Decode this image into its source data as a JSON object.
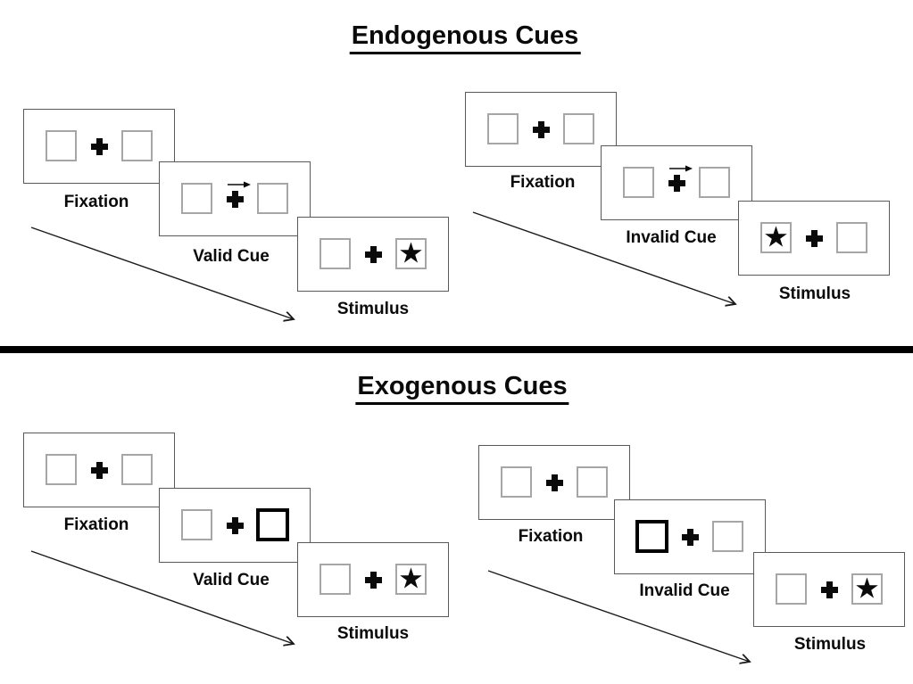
{
  "glyphs": {
    "star": "★"
  },
  "colors": {
    "ink": "#0a0a0a",
    "card_border": "#595959",
    "square_border": "#a6a6a6",
    "bold_cue_border": "#000000"
  },
  "sections": [
    {
      "title": "Endogenous Cues",
      "panels": [
        {
          "type": "valid",
          "frames": [
            {
              "label": "Fixation"
            },
            {
              "label": "Valid Cue",
              "cue": "central-arrow-right"
            },
            {
              "label": "Stimulus",
              "target_side": "right"
            }
          ]
        },
        {
          "type": "invalid",
          "frames": [
            {
              "label": "Fixation"
            },
            {
              "label": "Invalid Cue",
              "cue": "central-arrow-right"
            },
            {
              "label": "Stimulus",
              "target_side": "left"
            }
          ]
        }
      ]
    },
    {
      "title": "Exogenous Cues",
      "panels": [
        {
          "type": "valid",
          "frames": [
            {
              "label": "Fixation"
            },
            {
              "label": "Valid Cue",
              "cue": "peripheral-box-right"
            },
            {
              "label": "Stimulus",
              "target_side": "right"
            }
          ]
        },
        {
          "type": "invalid",
          "frames": [
            {
              "label": "Fixation"
            },
            {
              "label": "Invalid Cue",
              "cue": "peripheral-box-left"
            },
            {
              "label": "Stimulus",
              "target_side": "right"
            }
          ]
        }
      ]
    }
  ]
}
